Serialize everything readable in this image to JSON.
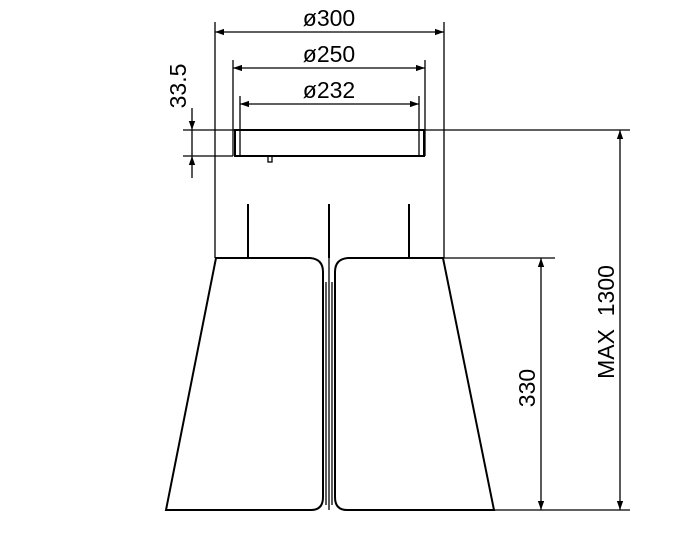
{
  "dimensions": {
    "d300": "ø300",
    "d250": "ø250",
    "d232": "ø232",
    "canopy_height": "33.5",
    "shade_height": "330",
    "overall_height": "MAX  1300"
  }
}
